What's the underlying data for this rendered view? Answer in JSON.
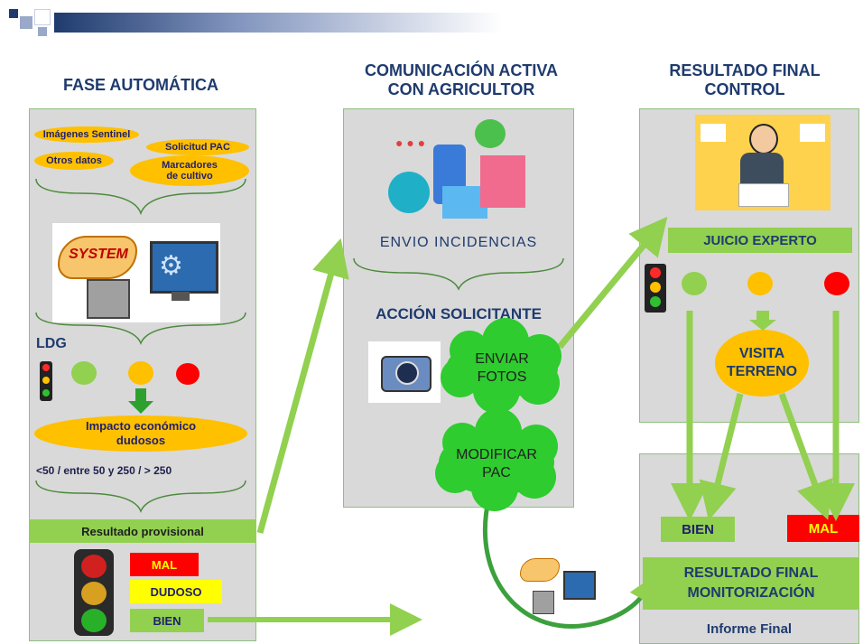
{
  "headers": {
    "fase": "FASE AUTOMÁTICA",
    "comunicacion_1": "COMUNICACIÓN  ACTIVA",
    "comunicacion_2": "CON AGRICULTOR",
    "resultado_1": "RESULTADO FINAL",
    "resultado_2": "CONTROL"
  },
  "fase_automatica": {
    "sources": [
      "Imágenes Sentinel",
      "Solicitud PAC",
      "Otros datos",
      "Marcadores",
      "de cultivo"
    ],
    "system_label": "SYSTEM",
    "ldg": "LDG",
    "impacto_1": "Impacto económico",
    "impacto_2": "dudosos",
    "thresholds": "<50 / entre 50 y 250  / > 250",
    "resultado_provisional": "Resultado provisional",
    "statuses": [
      "MAL",
      "DUDOSO",
      "BIEN"
    ]
  },
  "comunicacion": {
    "envio": "ENVIO INCIDENCIAS",
    "accion": "ACCIÓN  SOLICITANTE",
    "enviar_1": "ENVIAR",
    "enviar_2": "FOTOS",
    "modificar_1": "MODIFICAR",
    "modificar_2": "PAC"
  },
  "resultado": {
    "juicio": "JUICIO EXPERTO",
    "visita_1": "VISITA",
    "visita_2": "TERRENO",
    "bien": "BIEN",
    "mal": "MAL",
    "final_1": "RESULTADO FINAL",
    "final_2": "MONITORIZACIÓN",
    "informe": "Informe Final"
  },
  "colors": {
    "green": "#92d050",
    "yellow_orange": "#ffc000",
    "red": "#ff0000",
    "yellow": "#ffff00",
    "panel_gray": "#d9d9d9",
    "title_blue": "#1f3b6e"
  }
}
